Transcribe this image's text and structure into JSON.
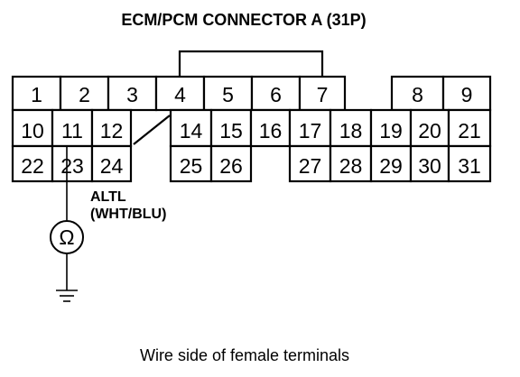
{
  "title": "ECM/PCM CONNECTOR A (31P)",
  "connector": {
    "row1": [
      "1",
      "2",
      "3",
      "4",
      "5",
      "6",
      "7",
      "8",
      "9"
    ],
    "row2": [
      "10",
      "11",
      "12",
      "14",
      "15",
      "16",
      "17",
      "18",
      "19",
      "20",
      "21"
    ],
    "row3": [
      "22",
      "23",
      "24",
      "25",
      "26",
      "27",
      "28",
      "29",
      "30",
      "31"
    ]
  },
  "wire_label": {
    "line1": "ALTL",
    "line2": "(WHT/BLU)"
  },
  "meter_symbol": "Ω",
  "caption": "Wire side of female terminals"
}
